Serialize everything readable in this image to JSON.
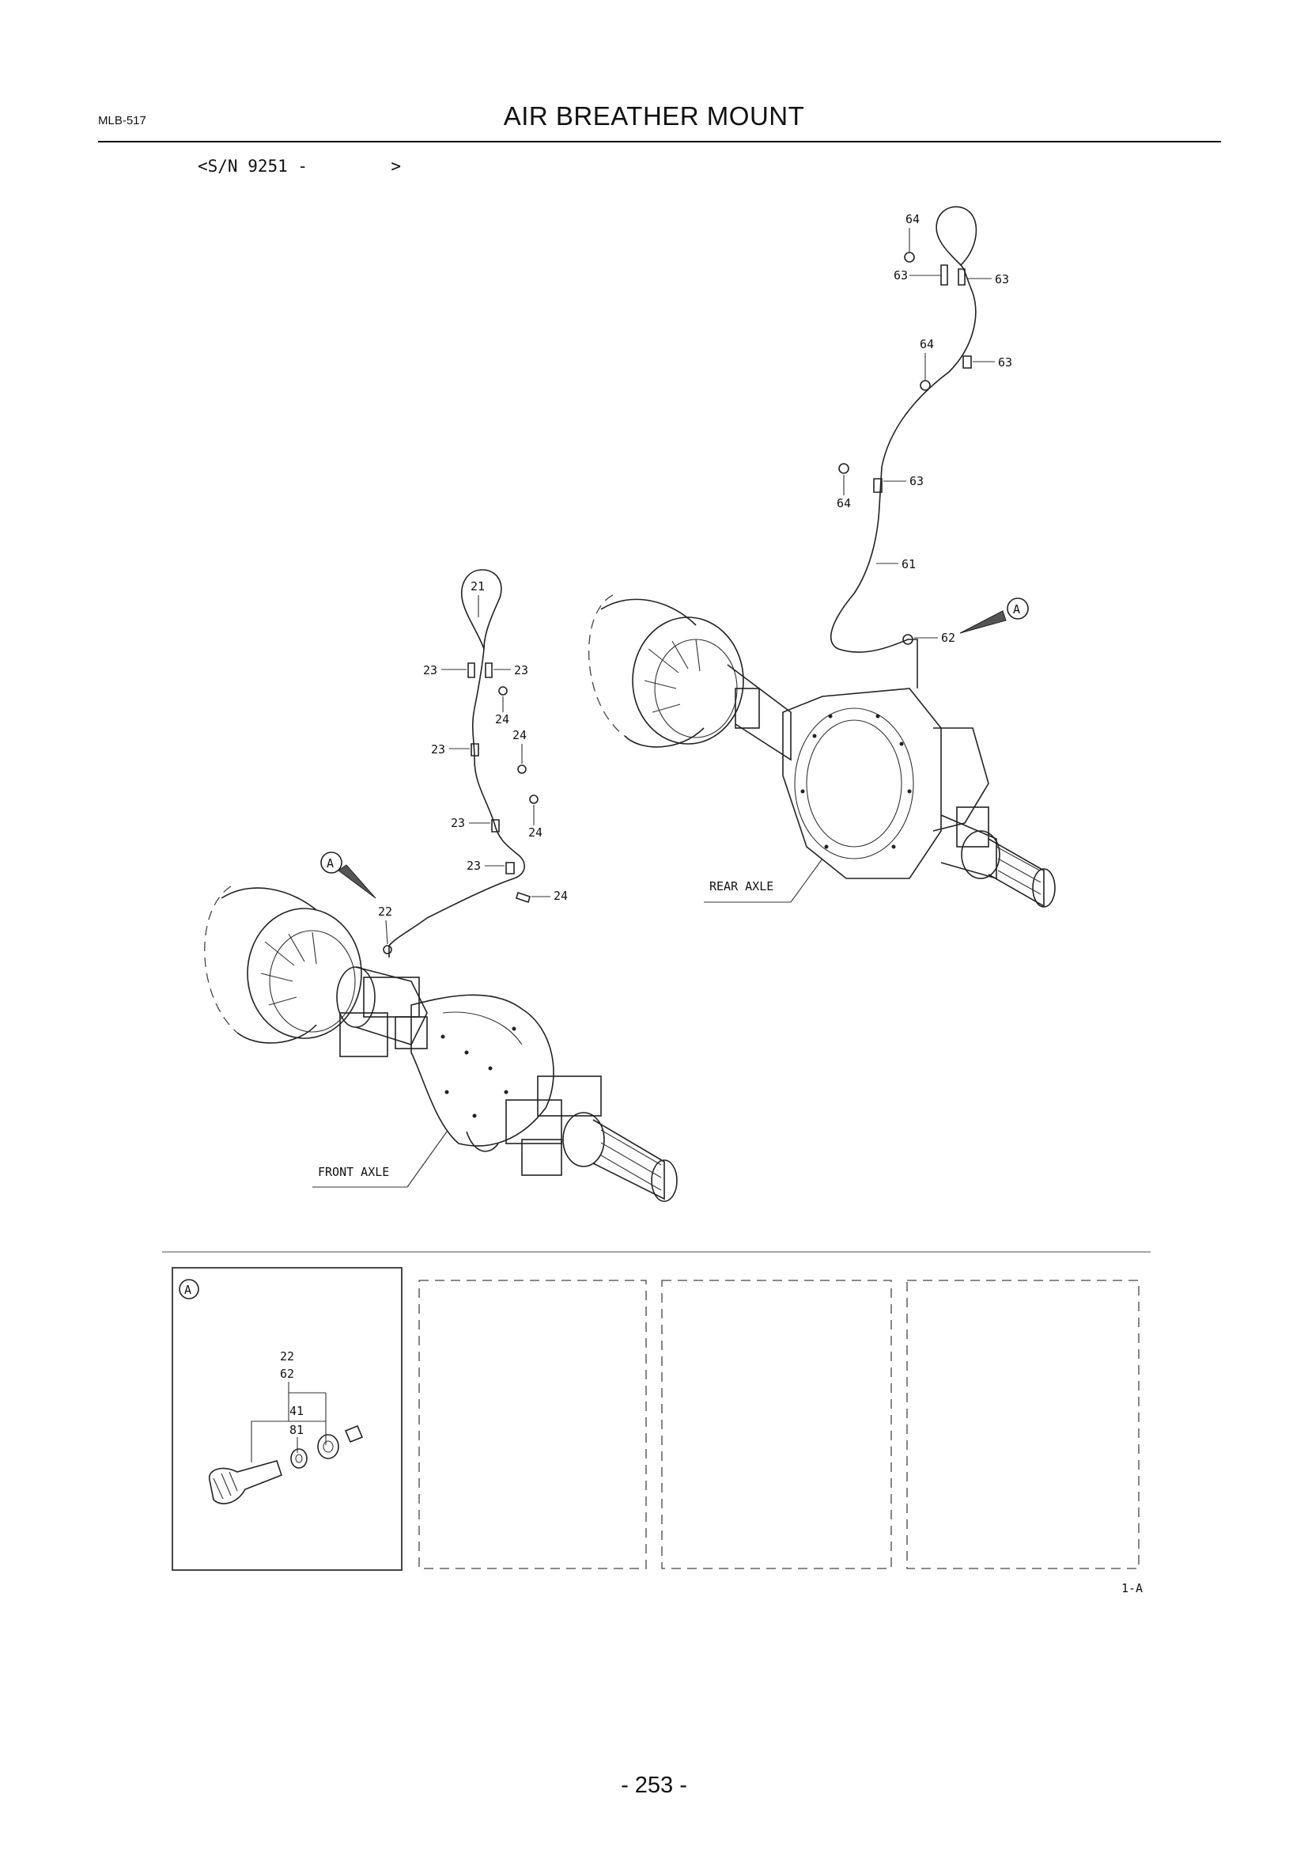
{
  "header": {
    "code": "MLB-517",
    "title": "AIR BREATHER MOUNT",
    "serial_prefix": "<S/N 9251 -",
    "serial_suffix": ">"
  },
  "rear_assembly": {
    "axle_label": "REAR AXLE",
    "view_marker": "A",
    "callouts": [
      "64",
      "63",
      "63",
      "64",
      "63",
      "63",
      "64",
      "61",
      "62"
    ]
  },
  "front_assembly": {
    "axle_label": "FRONT AXLE",
    "view_marker": "A",
    "callouts": [
      "21",
      "23",
      "23",
      "24",
      "24",
      "23",
      "23",
      "24",
      "23",
      "24",
      "22"
    ]
  },
  "detail_view": {
    "marker": "A",
    "callouts": [
      "22",
      "62",
      "41",
      "81"
    ]
  },
  "figure_ref": "1-A",
  "page_number": "- 253 -"
}
